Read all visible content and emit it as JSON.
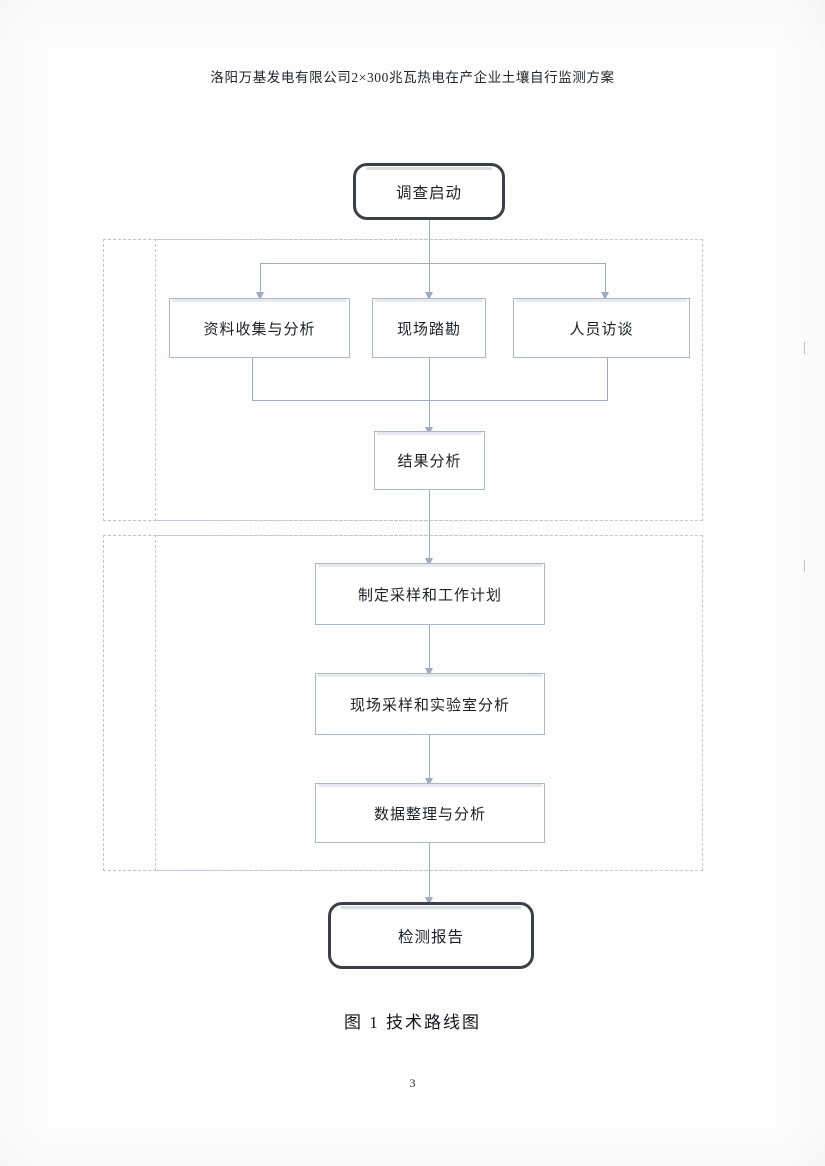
{
  "document": {
    "header_title": "洛阳万基发电有限公司2×300兆瓦热电在产企业土壤自行监测方案",
    "page_number": "3",
    "figure_caption": "图 1  技术路线图"
  },
  "flowchart": {
    "type": "flowchart",
    "orientation": "top-to-bottom",
    "nodes": [
      {
        "id": "start",
        "label": "调查启动",
        "shape": "rounded-terminal",
        "stage": "start"
      },
      {
        "id": "data",
        "label": "资料收集与分析",
        "shape": "rectangle",
        "stage": "phase1"
      },
      {
        "id": "site",
        "label": "现场踏勘",
        "shape": "rectangle",
        "stage": "phase1"
      },
      {
        "id": "interview",
        "label": "人员访谈",
        "shape": "rectangle",
        "stage": "phase1"
      },
      {
        "id": "result",
        "label": "结果分析",
        "shape": "rectangle",
        "stage": "phase1"
      },
      {
        "id": "plan",
        "label": "制定采样和工作计划",
        "shape": "rectangle",
        "stage": "phase2"
      },
      {
        "id": "sampling",
        "label": "现场采样和实验室分析",
        "shape": "rectangle",
        "stage": "phase2"
      },
      {
        "id": "analysis",
        "label": "数据整理与分析",
        "shape": "rectangle",
        "stage": "phase2"
      },
      {
        "id": "report",
        "label": "检测报告",
        "shape": "rounded-terminal",
        "stage": "end"
      }
    ],
    "edges": [
      {
        "from": "start",
        "to": "data"
      },
      {
        "from": "start",
        "to": "site"
      },
      {
        "from": "start",
        "to": "interview"
      },
      {
        "from": "data",
        "to": "result"
      },
      {
        "from": "site",
        "to": "result"
      },
      {
        "from": "interview",
        "to": "result"
      },
      {
        "from": "result",
        "to": "plan"
      },
      {
        "from": "plan",
        "to": "sampling"
      },
      {
        "from": "sampling",
        "to": "analysis"
      },
      {
        "from": "analysis",
        "to": "report"
      }
    ],
    "groups": [
      {
        "id": "phase1",
        "style": "dashed",
        "contains": [
          "data",
          "site",
          "interview",
          "result"
        ]
      },
      {
        "id": "phase2",
        "style": "dashed",
        "contains": [
          "plan",
          "sampling",
          "analysis"
        ]
      }
    ],
    "colors": {
      "node_border": "#aab6ca",
      "terminal_border": "#3a3f48",
      "connector": "#9fabc0",
      "group_border": "#b9c2d2",
      "text": "#1d2028",
      "paper": "#fdfdfd"
    }
  }
}
